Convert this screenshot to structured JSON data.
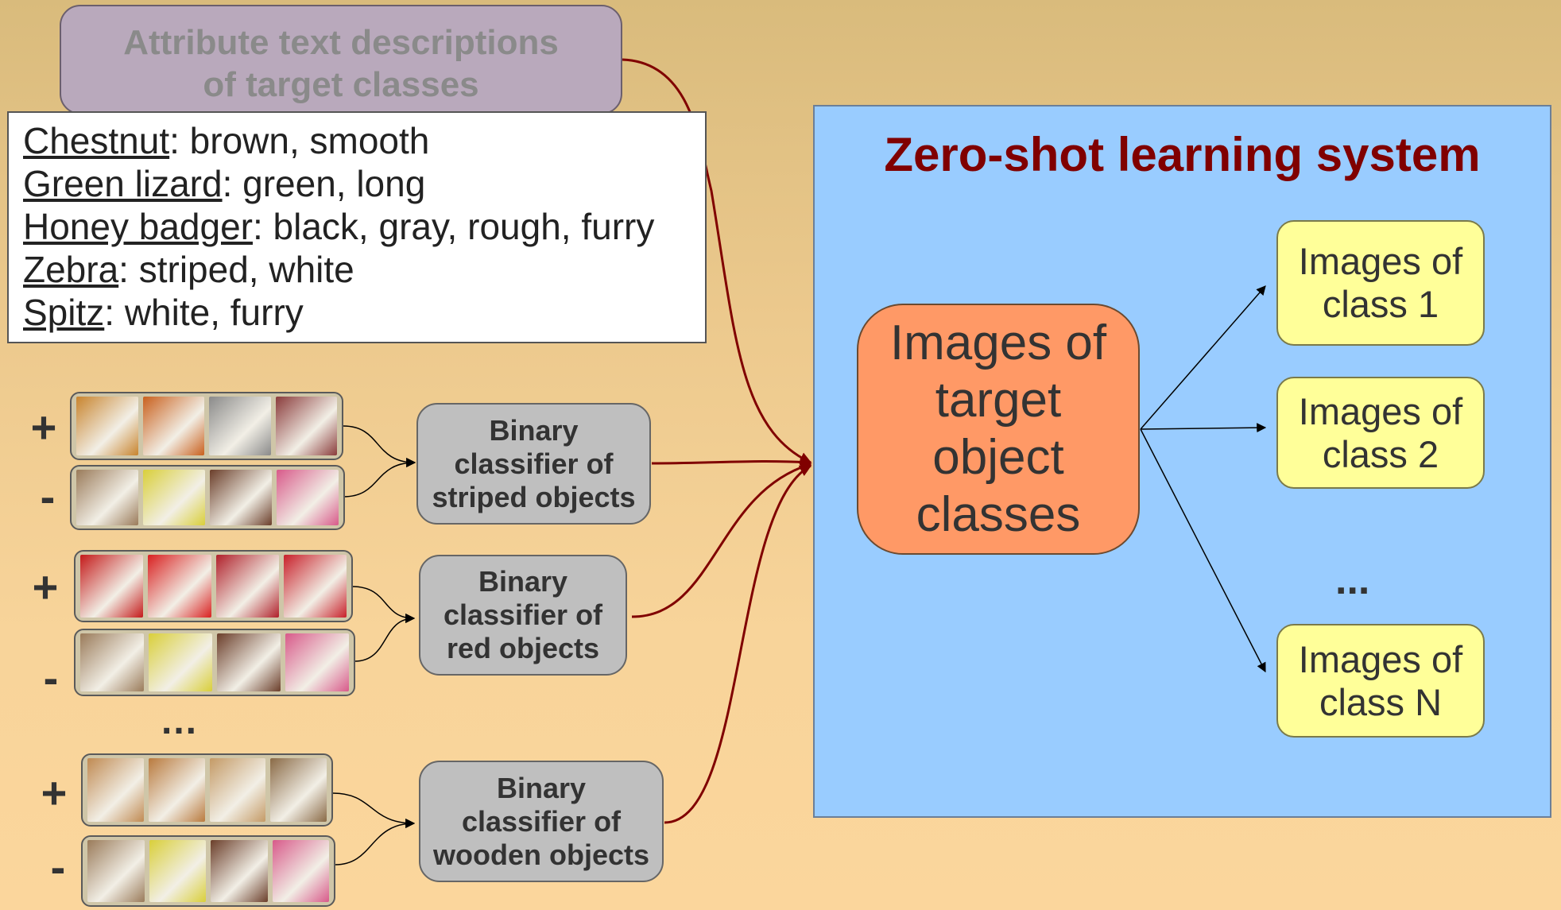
{
  "attributes_header": "Attribute text descriptions\nof target classes",
  "attributes": [
    {
      "name": "Chestnut",
      "desc": ": brown, smooth"
    },
    {
      "name": "Green lizard",
      "desc": ": green, long"
    },
    {
      "name": "Honey badger",
      "desc": ": black, gray, rough, furry"
    },
    {
      "name": "Zebra",
      "desc": ": striped, white"
    },
    {
      "name": "Spitz",
      "desc": ": white, furry"
    }
  ],
  "signs": {
    "plus": "+",
    "minus": "-"
  },
  "classifiers": [
    {
      "label": "Binary\nclassifier of\nstriped objects",
      "positive_images": [
        "tiger-image",
        "basketball-image",
        "zebras-image",
        "flag-image"
      ],
      "negative_images": [
        "horse-image",
        "bananas-image",
        "cake-image",
        "eggs-image"
      ]
    },
    {
      "label": "Binary\nclassifier of\nred objects",
      "positive_images": [
        "red-shoe-image",
        "red-flower-image",
        "red-laptop-image",
        "phone-booth-image"
      ],
      "negative_images": [
        "horse-image",
        "bananas-image",
        "cake-image",
        "eggs-image"
      ]
    },
    {
      "label": "Binary\nclassifier of\nwooden objects",
      "positive_images": [
        "wooden-bowl-image",
        "wood-plank-image",
        "wooden-furniture-image",
        "wooden-box-image"
      ],
      "negative_images": [
        "horse-image",
        "bananas-image",
        "cake-image",
        "eggs-image"
      ]
    }
  ],
  "classifier_ellipsis": "...",
  "system": {
    "title": "Zero-shot learning system",
    "target": "Images of\ntarget\nobject\nclasses",
    "outputs": [
      "Images of\nclass 1",
      "Images of\nclass 2",
      "Images of\nclass N"
    ],
    "outputs_ellipsis": "..."
  },
  "colors": {
    "background": "#f8d49a",
    "header_box": "#b9a9bc",
    "classifier_box": "#bfbfbf",
    "system_panel": "#99ccff",
    "title": "#800000",
    "target_box": "#ff9966",
    "output_box": "#ffff99",
    "connector": "#800000"
  },
  "thumb_colors": {
    "tiger-image": "#c8842e",
    "basketball-image": "#c9601d",
    "zebras-image": "#8a8a8a",
    "flag-image": "#8a3b3b",
    "horse-image": "#9a7b5a",
    "bananas-image": "#d9cf3a",
    "cake-image": "#6b3e2a",
    "eggs-image": "#d85a8a",
    "red-shoe-image": "#c41a1a",
    "red-flower-image": "#d92020",
    "red-laptop-image": "#b0202a",
    "phone-booth-image": "#c8202a",
    "wooden-bowl-image": "#c08a52",
    "wood-plank-image": "#b97a3e",
    "wooden-furniture-image": "#c49a66",
    "wooden-box-image": "#8a6a46"
  }
}
